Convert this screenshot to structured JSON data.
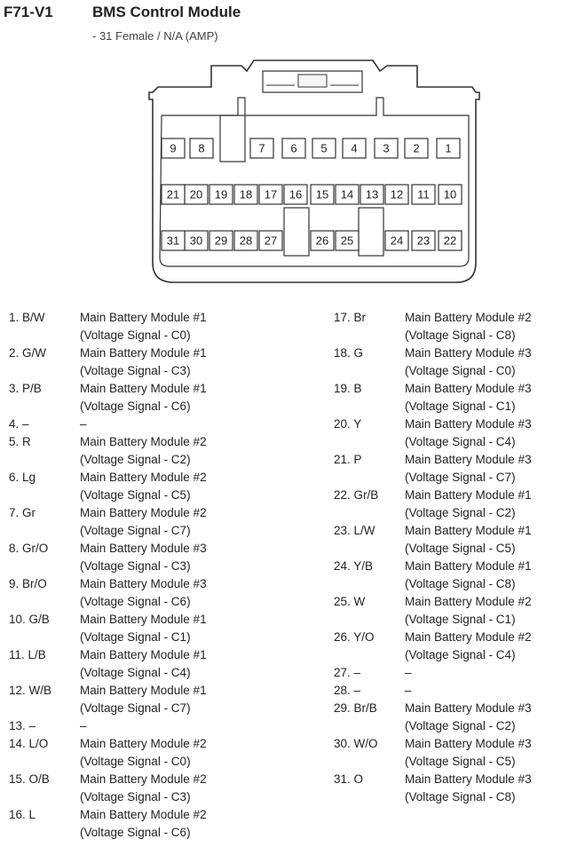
{
  "header": {
    "code": "F71-V1",
    "title": "BMS Control Module",
    "subtitle": "- 31 Female / N/A (AMP)"
  },
  "connector": {
    "pins": [
      "1",
      "2",
      "3",
      "6",
      "5",
      "4",
      "7",
      "8",
      "9",
      "10",
      "11",
      "12",
      "13",
      "14",
      "15",
      "16",
      "17",
      "18",
      "19",
      "20",
      "21",
      "22",
      "23",
      "24",
      "25",
      "26",
      "27",
      "28",
      "29",
      "30",
      "31"
    ]
  },
  "pins_left": [
    {
      "pin_wire": "1. B/W",
      "description": "Main Battery Module #1\n(Voltage Signal - C0)"
    },
    {
      "pin_wire": "2. G/W",
      "description": "Main Battery Module #1\n(Voltage Signal - C3)"
    },
    {
      "pin_wire": "3. P/B",
      "description": "Main Battery Module #1\n(Voltage Signal - C6)"
    },
    {
      "pin_wire": "4. –",
      "description": "–"
    },
    {
      "pin_wire": "5. R",
      "description": "Main Battery Module #2\n(Voltage Signal - C2)"
    },
    {
      "pin_wire": "6. Lg",
      "description": "Main Battery Module #2\n(Voltage Signal - C5)"
    },
    {
      "pin_wire": "7. Gr",
      "description": "Main Battery Module #2\n(Voltage Signal - C7)"
    },
    {
      "pin_wire": "8. Gr/O",
      "description": "Main Battery Module #3\n(Voltage Signal - C3)"
    },
    {
      "pin_wire": "9. Br/O",
      "description": "Main Battery Module #3\n(Voltage Signal - C6)"
    },
    {
      "pin_wire": "10. G/B",
      "description": "Main Battery Module #1\n(Voltage Signal - C1)"
    },
    {
      "pin_wire": "11. L/B",
      "description": "Main Battery Module #1\n(Voltage Signal - C4)"
    },
    {
      "pin_wire": "12. W/B",
      "description": "Main Battery Module #1\n(Voltage Signal - C7)"
    },
    {
      "pin_wire": "13. –",
      "description": "–"
    },
    {
      "pin_wire": "14. L/O",
      "description": "Main Battery Module #2\n(Voltage Signal - C0)"
    },
    {
      "pin_wire": "15. O/B",
      "description": "Main Battery Module #2\n(Voltage Signal - C3)"
    },
    {
      "pin_wire": "16. L",
      "description": "Main Battery Module #2\n(Voltage Signal - C6)"
    }
  ],
  "pins_right": [
    {
      "pin_wire": "17. Br",
      "description": "Main Battery Module #2\n(Voltage Signal - C8)"
    },
    {
      "pin_wire": "18. G",
      "description": "Main Battery Module #3\n(Voltage Signal - C0)"
    },
    {
      "pin_wire": "19. B",
      "description": "Main Battery Module #3\n(Voltage Signal - C1)"
    },
    {
      "pin_wire": "20. Y",
      "description": "Main Battery Module #3\n(Voltage Signal - C4)"
    },
    {
      "pin_wire": "21. P",
      "description": "Main Battery Module #3\n(Voltage Signal - C7)"
    },
    {
      "pin_wire": "22. Gr/B",
      "description": "Main Battery Module #1\n(Voltage Signal - C2)"
    },
    {
      "pin_wire": "23. L/W",
      "description": "Main Battery Module #1\n(Voltage Signal - C5)"
    },
    {
      "pin_wire": "24. Y/B",
      "description": "Main Battery Module #1\n(Voltage Signal - C8)"
    },
    {
      "pin_wire": "25. W",
      "description": "Main Battery Module #2\n(Voltage Signal - C1)"
    },
    {
      "pin_wire": "26. Y/O",
      "description": "Main Battery Module #2\n(Voltage Signal - C4)"
    },
    {
      "pin_wire": "27. –",
      "description": "–"
    },
    {
      "pin_wire": "28. –",
      "description": "–"
    },
    {
      "pin_wire": "29. Br/B",
      "description": "Main Battery Module #3\n(Voltage Signal - C2)"
    },
    {
      "pin_wire": "30. W/O",
      "description": "Main Battery Module #3\n(Voltage Signal - C5)"
    },
    {
      "pin_wire": "31. O",
      "description": "Main Battery Module #3\n(Voltage Signal - C8)"
    }
  ]
}
